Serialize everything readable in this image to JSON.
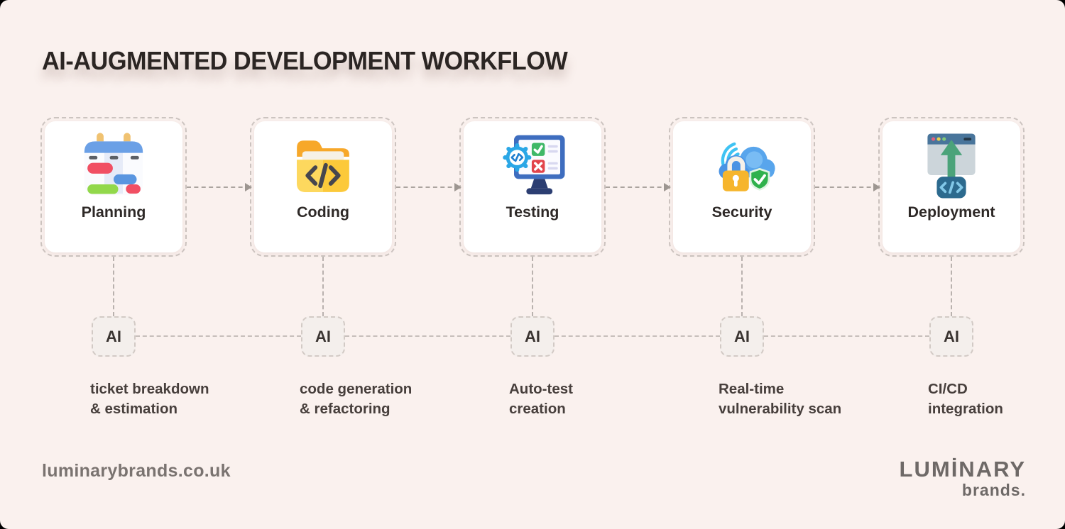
{
  "page": {
    "title": "AI-AUGMENTED DEVELOPMENT WORKFLOW",
    "footer_url": "luminarybrands.co.uk",
    "brand_name": "LUMİNARY",
    "brand_suffix": "brands."
  },
  "workflow": {
    "stages": [
      {
        "label": "Planning",
        "icon": "calendar-gantt-icon",
        "ai_label": "AI",
        "capability_line1": "ticket breakdown",
        "capability_line2": "& estimation"
      },
      {
        "label": "Coding",
        "icon": "code-folder-icon",
        "ai_label": "AI",
        "capability_line1": "code generation",
        "capability_line2": "& refactoring"
      },
      {
        "label": "Testing",
        "icon": "automated-testing-icon",
        "ai_label": "AI",
        "capability_line1": "Auto-test",
        "capability_line2": "creation"
      },
      {
        "label": "Security",
        "icon": "cloud-security-icon",
        "ai_label": "AI",
        "capability_line1": "Real-time",
        "capability_line2": "vulnerability scan"
      },
      {
        "label": "Deployment",
        "icon": "deployment-window-icon",
        "ai_label": "AI",
        "capability_line1": "CI/CD",
        "capability_line2": "integration"
      }
    ]
  },
  "colors": {
    "background": "#faf1ee",
    "card_background": "#ffffff",
    "dashed_line": "#b3aca8",
    "title_text": "#2b2523",
    "body_text": "#473f3c",
    "muted_text": "#7a7370",
    "planning_red": "#f14f63",
    "planning_blue": "#5a96e0",
    "planning_green": "#92d84b",
    "coding_yellow": "#fcc93a",
    "coding_orange": "#f7a82a",
    "testing_blue": "#3e6dbf",
    "testing_green": "#3fb868",
    "testing_red": "#e2444b",
    "security_blue": "#58a5ec",
    "security_yellow": "#f6b52c",
    "security_green": "#2fb14c",
    "deploy_green": "#4ba37a",
    "deploy_teal": "#2c6a8e"
  }
}
